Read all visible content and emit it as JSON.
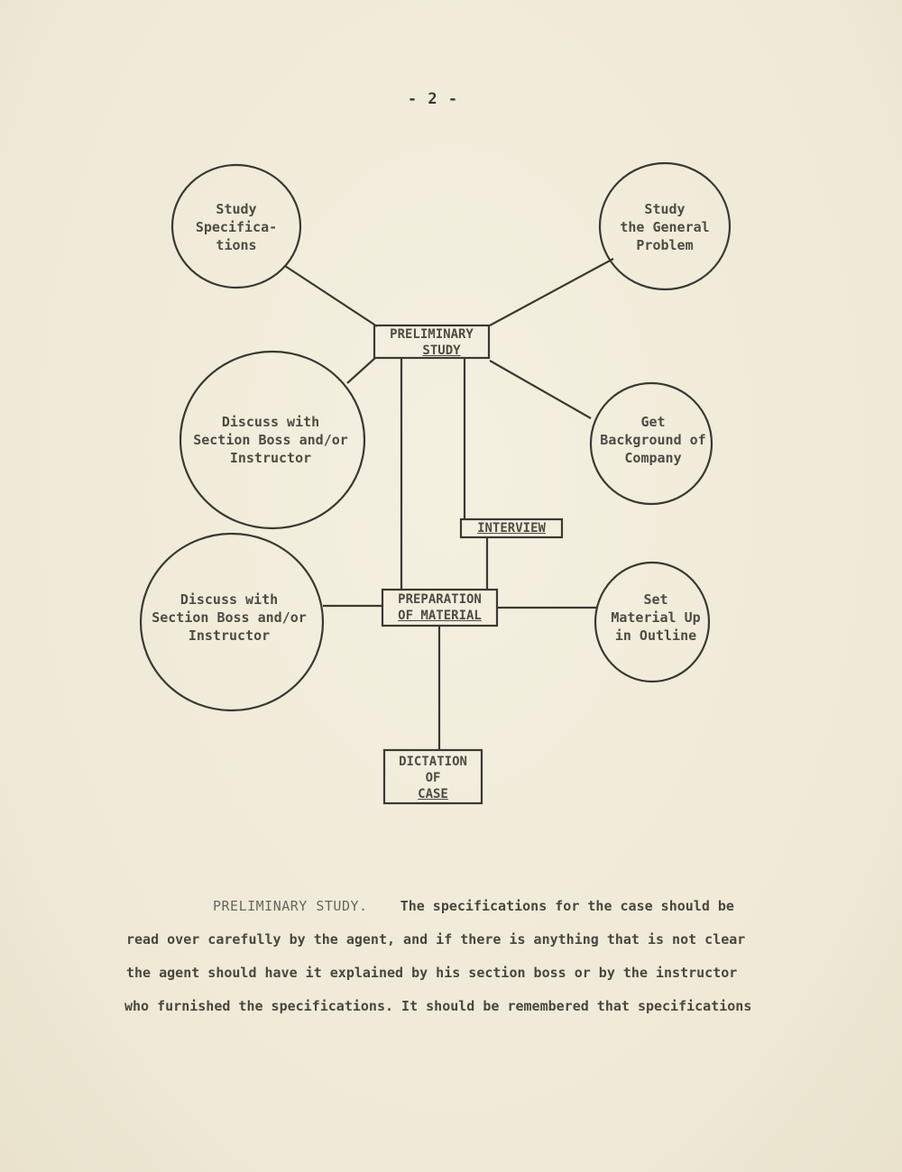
{
  "page_number": "- 2 -",
  "diagram": {
    "circles": {
      "study_specifications": [
        "Study",
        "Specifica-",
        "tions"
      ],
      "study_general_problem": [
        "Study",
        "the General",
        "Problem"
      ],
      "discuss_upper": [
        "Discuss with",
        "Section Boss and/or",
        "Instructor"
      ],
      "get_background": [
        "Get",
        "Background of",
        "Company"
      ],
      "discuss_lower": [
        "Discuss with",
        "Section Boss and/or",
        "Instructor"
      ],
      "set_material": [
        "Set",
        "Material Up",
        "in Outline"
      ]
    },
    "boxes": {
      "preliminary_study": [
        "PRELIMINARY",
        "STUDY"
      ],
      "interview": "INTERVIEW",
      "preparation": [
        "PREPARATION",
        "OF MATERIAL"
      ],
      "dictation": [
        "DICTATION",
        "OF",
        "CASE"
      ]
    }
  },
  "body": {
    "heading": "PRELIMINARY STUDY.",
    "line1": "The specifications for the case should be",
    "line2": "read over carefully by the agent, and if there is anything that is not clear",
    "line3": "the agent should have it explained by his section boss or by the instructor",
    "line4": "who furnished the specifications.  It should be remembered that specifications"
  }
}
